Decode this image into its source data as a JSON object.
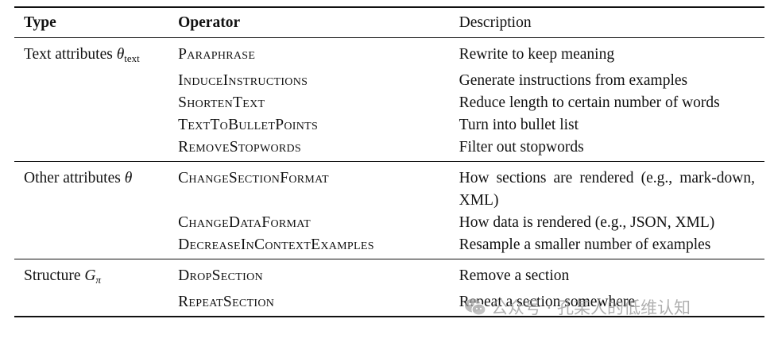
{
  "table": {
    "headers": {
      "type": "Type",
      "operator": "Operator",
      "description": "Description"
    },
    "groups": [
      {
        "type_label": "Text attributes ",
        "type_symbol": "θ",
        "type_subscript": "text",
        "rows": [
          {
            "operator": "Paraphrase",
            "description": "Rewrite to keep meaning"
          },
          {
            "operator": "InduceInstructions",
            "description": "Generate instructions from examples"
          },
          {
            "operator": "ShortenText",
            "description": "Reduce length to certain number of words"
          },
          {
            "operator": "TextToBulletPoints",
            "description": "Turn into bullet list"
          },
          {
            "operator": "RemoveStopwords",
            "description": "Filter out stopwords"
          }
        ]
      },
      {
        "type_label": "Other attributes ",
        "type_symbol": "θ",
        "type_subscript": "",
        "rows": [
          {
            "operator": "ChangeSectionFormat",
            "description": "How sections are rendered (e.g., mark-down, XML)"
          },
          {
            "operator": "ChangeDataFormat",
            "description": "How data is rendered (e.g., JSON, XML)"
          },
          {
            "operator": "DecreaseInContextExamples",
            "description": "Resample a smaller number of examples"
          }
        ]
      },
      {
        "type_label": "Structure ",
        "type_symbol": "G",
        "type_subscript": "π",
        "rows": [
          {
            "operator": "DropSection",
            "description": "Remove a section"
          },
          {
            "operator": "RepeatSection",
            "description": "Repeat a section somewhere"
          }
        ]
      }
    ]
  },
  "watermark": {
    "text": "公众号 · 孔某人的低维认知",
    "icon": "wechat-icon"
  }
}
